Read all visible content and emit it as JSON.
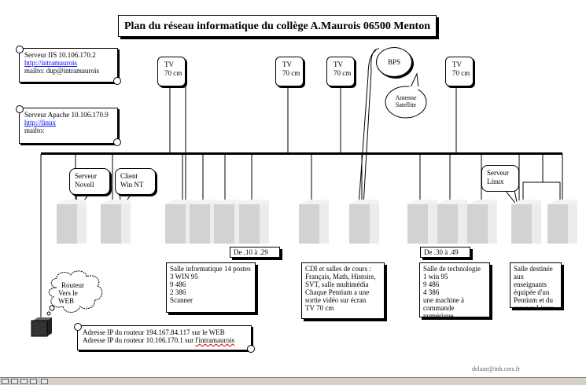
{
  "title": "Plan du réseau informatique du collège A.Maurois 06500 Menton",
  "servers": {
    "iis": {
      "line1": "Serveur IIS 10.106.170.2",
      "link": "http://intramaurois",
      "line3": "mailto: dup@intramaurois"
    },
    "apache": {
      "line1": "Serveur Apache 10.106.170.9",
      "link": "http://linux",
      "line3": "mailto:"
    }
  },
  "tvs": [
    {
      "label": "TV",
      "size": "70 cm"
    },
    {
      "label": "TV",
      "size": "70 cm"
    },
    {
      "label": "TV",
      "size": "70 cm"
    },
    {
      "label": "TV",
      "size": "70 cm"
    }
  ],
  "bps": "BPS",
  "antenna": {
    "line1": "Antenne",
    "line2": "Satellite"
  },
  "callouts": {
    "novell": {
      "line1": "Serveur",
      "line2": "Novell"
    },
    "client": {
      "line1": "Client",
      "line2": "Win NT"
    },
    "linux": {
      "line1": "Serveur",
      "line2": "Linux"
    }
  },
  "ranges": {
    "r1": "De .10 à .29",
    "r2": "De .30 à .49"
  },
  "rooms": {
    "info": [
      "Salle informatique 14 postes",
      "3 WIN 95",
      "9 486",
      "2 386",
      "Scanner"
    ],
    "cdi": [
      "CDI et salles de cours :",
      "Français, Math, Histoire,",
      "SVT, salle multimédia",
      "Chaque Pentium a une",
      "sortie vidéo sur écran",
      "TV 70 cm"
    ],
    "techno": [
      "Salle de technologie",
      "1 win 95",
      "9 486",
      "4 386",
      "une machine à",
      "commande numérique"
    ],
    "teachers": [
      "Salle destinée",
      "aux enseignants",
      "équipée d'un",
      "Pentium et du",
      "serveur Linux"
    ]
  },
  "router": {
    "line1": "Routeur",
    "line2": "Vers le",
    "line3": "WEB"
  },
  "router_ip": {
    "line1": "Adresse IP du routeur 194.167.84.117 sur le WEB",
    "line2_prefix": "Adresse IP du routeur 10.106.170.1  sur ",
    "line2_link": "l'intramaurois"
  },
  "author": "delaue@inh.cnrs.fr"
}
